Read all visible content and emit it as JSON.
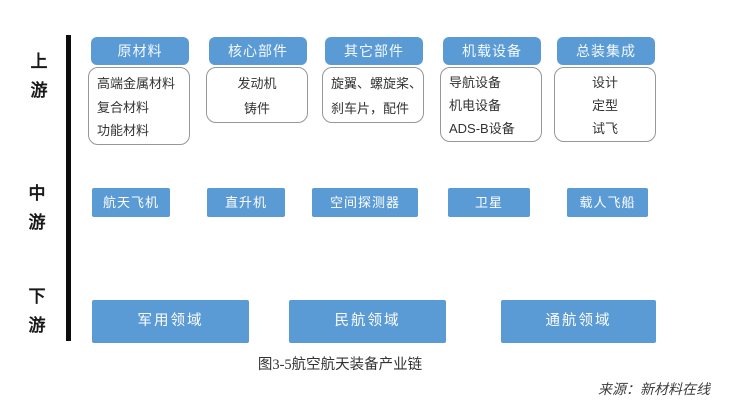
{
  "page": {
    "caption": "图3-5航空航天装备产业链",
    "source": "来源：新材料在线"
  },
  "colors": {
    "accent_blue": "#5b9bd5",
    "axis_black": "#0d0d0d",
    "detail_border_gray": "#979797"
  },
  "stages": [
    {
      "label": "上游"
    },
    {
      "label": "中游"
    },
    {
      "label": "下游"
    }
  ],
  "upstream_columns": [
    {
      "header": "原材料",
      "items": [
        "高端金属材料",
        "复合材料",
        "功能材料"
      ]
    },
    {
      "header": "核心部件",
      "items": [
        "发动机",
        "铸件"
      ]
    },
    {
      "header": "其它部件",
      "items": [
        "旋翼、螺旋桨、",
        "刹车片，配件"
      ]
    },
    {
      "header": "机载设备",
      "items": [
        "导航设备",
        "机电设备",
        "ADS-B设备"
      ]
    },
    {
      "header": "总装集成",
      "items": [
        "设计",
        "定型",
        "试飞"
      ]
    }
  ],
  "midstream_items": [
    "航天飞机",
    "直升机",
    "空间探测器",
    "卫星",
    "载人飞船"
  ],
  "downstream_items": [
    "军用领域",
    "民航领域",
    "通航领域"
  ]
}
